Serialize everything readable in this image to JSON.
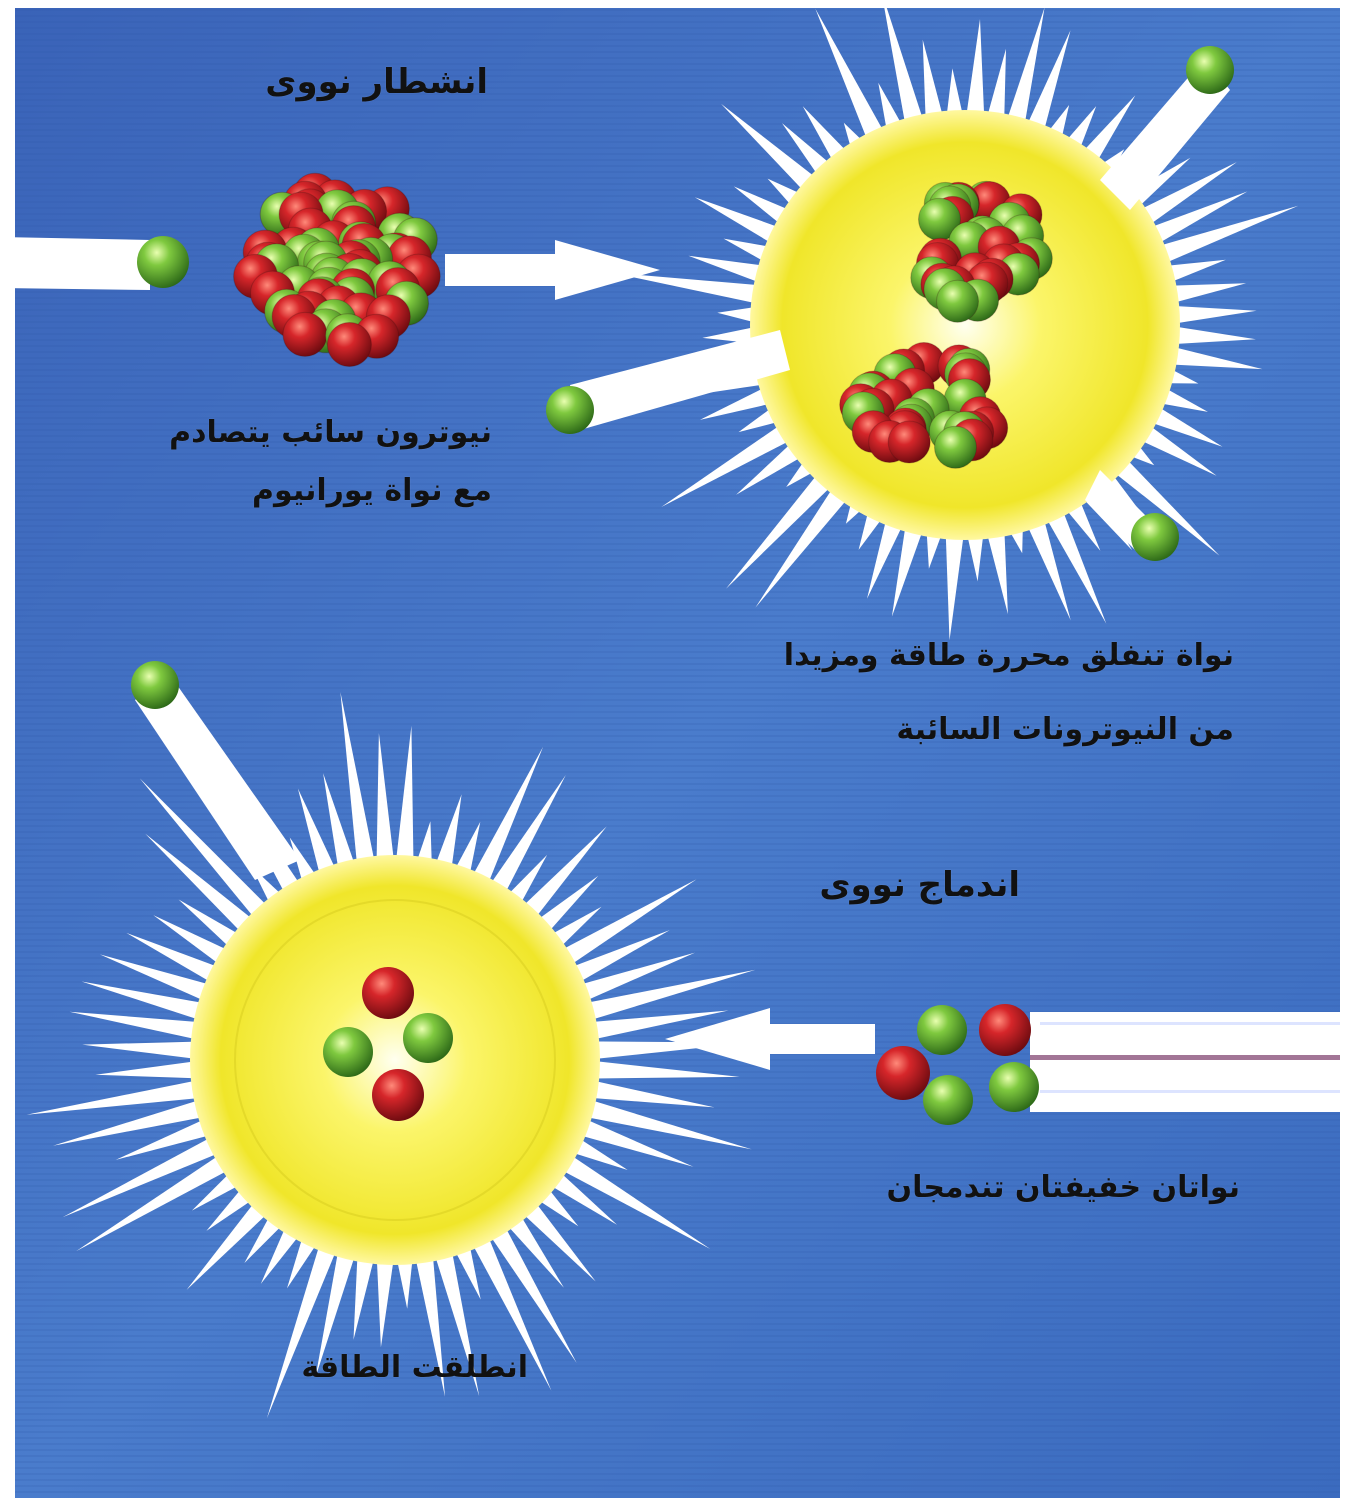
{
  "fission": {
    "title": "انشطار نووى",
    "caption_line1": "نيوترون سائب يتصادم",
    "caption_line2": "مع نواة يورانيوم",
    "result_line1": "نواة تنفلق محررة طاقة ومزيدا",
    "result_line2": "من النيوترونات السائبة"
  },
  "fusion": {
    "title": "اندماج نووى",
    "caption": "نواتان خفيفتان تندمجان",
    "result": "انطلقت الطاقة"
  },
  "colors": {
    "background": "#3f6fc2",
    "proton": "#c8202a",
    "neutron": "#6dbb3c",
    "energy": "#f5ee3a",
    "ray": "#ffffff"
  }
}
